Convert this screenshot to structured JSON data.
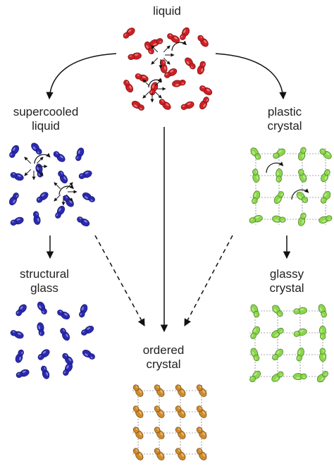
{
  "labels": {
    "liquid": "liquid",
    "supercooled_liquid": [
      "supercooled",
      "liquid"
    ],
    "plastic_crystal": [
      "plastic",
      "crystal"
    ],
    "structural_glass": [
      "structural",
      "glass"
    ],
    "glassy_crystal": [
      "glassy",
      "crystal"
    ],
    "ordered_crystal": [
      "ordered",
      "crystal"
    ]
  },
  "colors": {
    "liquid": "#d02024",
    "supercooled_liquid": "#2a2ab5",
    "structural_glass": "#2a2ab5",
    "plastic_crystal": "#8ad84a",
    "glassy_crystal": "#8ad84a",
    "ordered_crystal": "#d08a28",
    "arrow": "#111111"
  },
  "transitions": [
    {
      "from": "liquid",
      "to": "supercooled_liquid",
      "style": "solid"
    },
    {
      "from": "liquid",
      "to": "plastic_crystal",
      "style": "solid"
    },
    {
      "from": "liquid",
      "to": "ordered_crystal",
      "style": "solid"
    },
    {
      "from": "supercooled_liquid",
      "to": "structural_glass",
      "style": "solid"
    },
    {
      "from": "plastic_crystal",
      "to": "glassy_crystal",
      "style": "solid"
    },
    {
      "from": "supercooled_liquid",
      "to": "ordered_crystal",
      "style": "dashed"
    },
    {
      "from": "plastic_crystal",
      "to": "ordered_crystal",
      "style": "dashed"
    }
  ]
}
